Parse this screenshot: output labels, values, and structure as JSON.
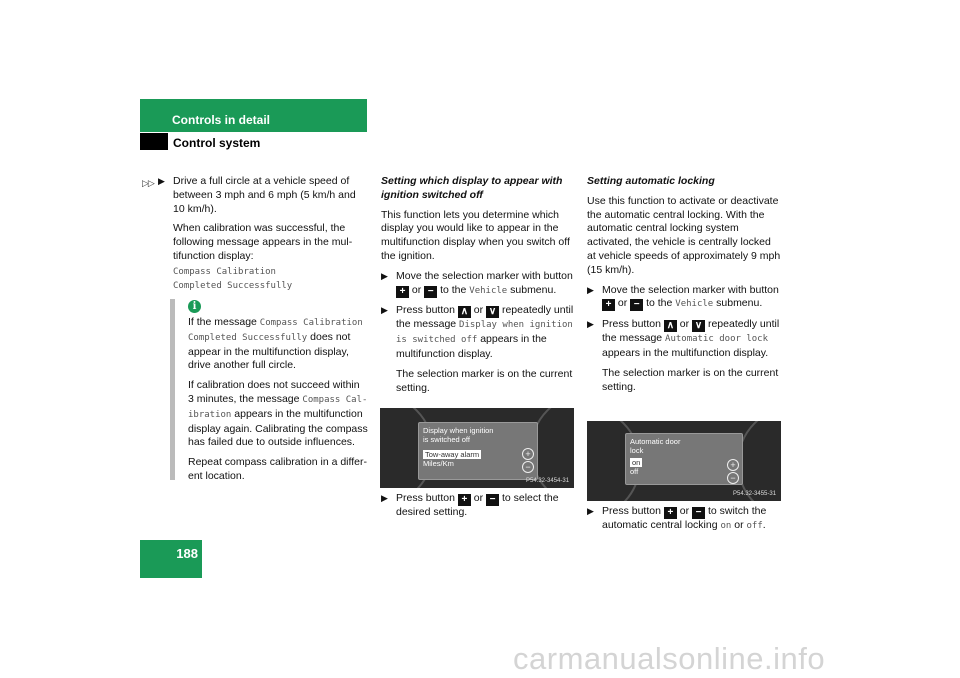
{
  "header": {
    "section": "Controls in detail",
    "subsection": "Control system"
  },
  "page_number": "188",
  "continue_mark": "▷▷",
  "col1": {
    "step1": "Drive a full circle at a vehicle speed of between 3 mph and 6 mph (5 km/h and 10 km/h).",
    "p1": "When calibration was successful, the following message appears in the mul­tifunction display:",
    "msg1": "Compass Calibration",
    "msg2": "Completed Successfully",
    "info": {
      "a_pre": "If the message ",
      "a_msg": "Compass Calibration Completed Successfully",
      "a_post": " does not ap­pear in the multifunction display, drive another full circle.",
      "b_pre": "If calibration does not succeed within 3 minutes, the message ",
      "b_msg": "Compass Cal­ibration",
      "b_post": " appears in the multifunction display again. Calibrating the compass has failed due to outside influences.",
      "c": "Repeat compass calibration in a differ­ent location."
    }
  },
  "col2": {
    "heading": "Setting which display to appear with ignition switched off",
    "intro": "This function lets you determine which dis­play you would like to appear in the multi­function display when you switch off the ignition.",
    "s1_pre": "Move the selection marker with button ",
    "s1_or": " or ",
    "s1_mid": " to the ",
    "s1_code": "Vehicle",
    "s1_post": " submenu.",
    "s2_pre": "Press button ",
    "s2_or": " or ",
    "s2_mid": " repeatedly until the message ",
    "s2_code": "Display when ignition is switched off",
    "s2_post": " appears in the multifunction display.",
    "note": "The selection marker is on the current setting.",
    "display": {
      "l1": "Display when ignition",
      "l2": "is switched off",
      "opt1": "Tow-away alarm",
      "opt2": "Miles/Km",
      "ref": "P54.32-3454-31"
    },
    "s3_pre": "Press button ",
    "s3_or": " or ",
    "s3_post": " to select the desired setting."
  },
  "col3": {
    "heading": "Setting automatic locking",
    "intro": "Use this function to activate or deactivate the automatic central locking. With the automatic central locking system activated, the vehicle is centrally locked at vehicle speeds of approximately 9 mph (15 km/h).",
    "s1_pre": "Move the selection marker with button ",
    "s1_or": " or ",
    "s1_mid": " to the ",
    "s1_code": "Vehicle",
    "s1_post": " submenu.",
    "s2_pre": "Press button ",
    "s2_or": " or ",
    "s2_mid": " repeatedly until the message ",
    "s2_code": "Automatic door lock",
    "s2_post": " appears in the multifunction display.",
    "note": "The selection marker is on the current setting.",
    "display": {
      "l1": "Automatic door",
      "l2": "lock",
      "opt1": "on",
      "opt2": "off",
      "ref": "P54.32-3455-31"
    },
    "s3_pre": "Press button ",
    "s3_or": " or ",
    "s3_mid": " to switch the automatic central locking ",
    "s3_on": "on",
    "s3_or2": " or ",
    "s3_off": "off",
    "s3_end": "."
  },
  "glyphs": {
    "arrow": "▶",
    "plus": "+",
    "minus": "−",
    "up": "∧",
    "down": "∨",
    "info": "i",
    "disp_plus": "+",
    "disp_minus": "−"
  },
  "colors": {
    "accent": "#1a9a57"
  },
  "watermark": "carmanualsonline.info"
}
